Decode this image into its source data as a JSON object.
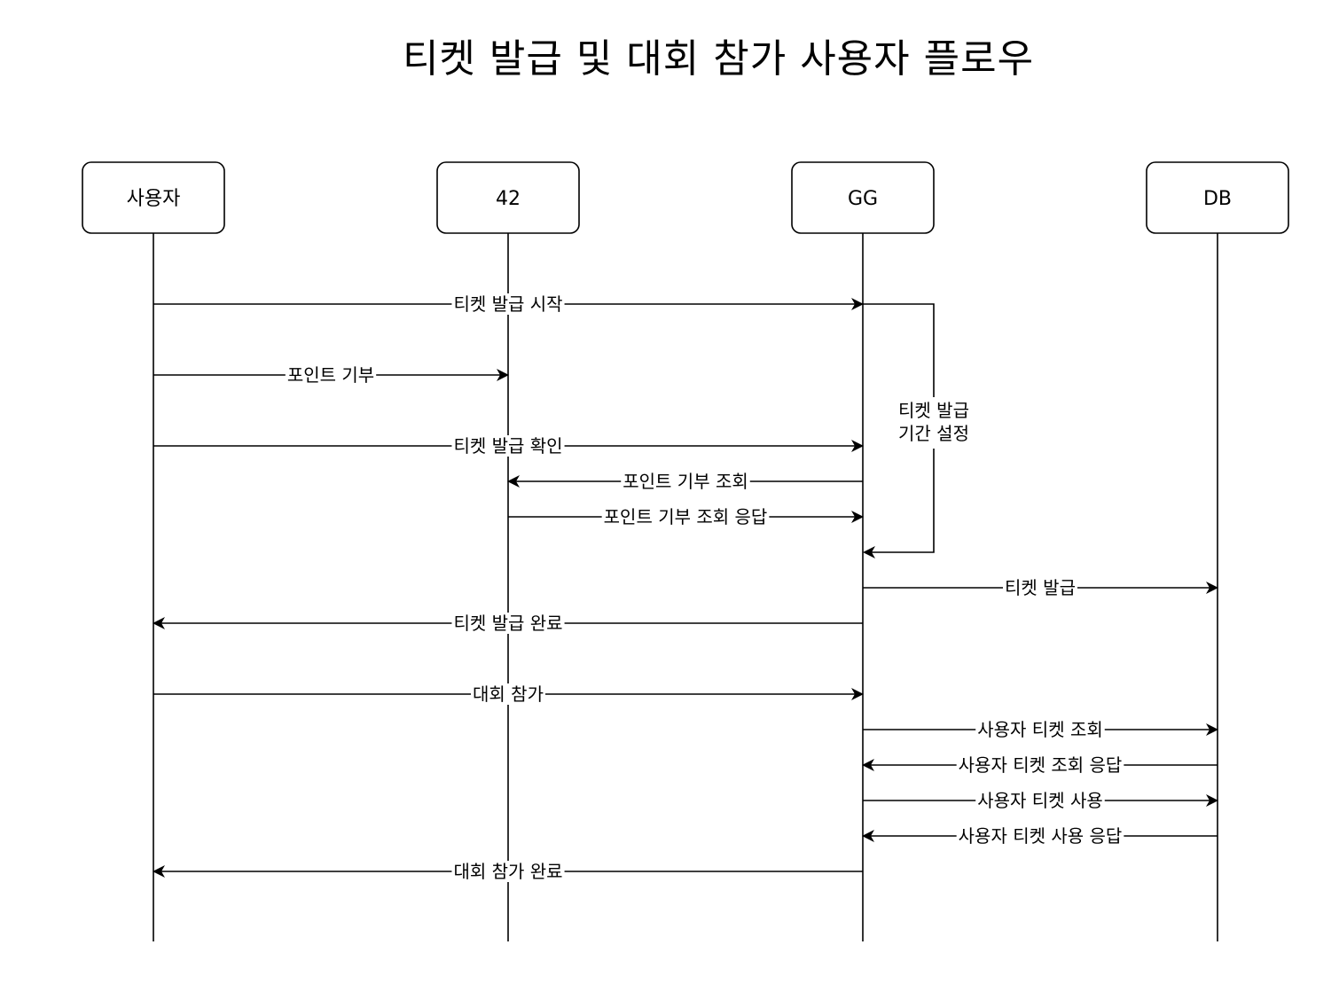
{
  "title": "티켓 발급 및 대회 참가 사용자 플로우",
  "actors": [
    {
      "id": "user",
      "label": "사용자"
    },
    {
      "id": "42",
      "label": "42"
    },
    {
      "id": "gg",
      "label": "GG"
    },
    {
      "id": "db",
      "label": "DB"
    }
  ],
  "messages": [
    {
      "from": "user",
      "to": "gg",
      "label": "티켓 발급 시작"
    },
    {
      "from": "user",
      "to": "42",
      "label": "포인트 기부"
    },
    {
      "from": "user",
      "to": "gg",
      "label": "티켓 발급 확인"
    },
    {
      "from": "gg",
      "to": "42",
      "label": "포인트 기부 조회"
    },
    {
      "from": "42",
      "to": "gg",
      "label": "포인트 기부 조회 응답"
    },
    {
      "from": "gg",
      "to": "gg",
      "label": [
        "티켓 발급",
        "기간 설정"
      ]
    },
    {
      "from": "gg",
      "to": "db",
      "label": "티켓 발급"
    },
    {
      "from": "gg",
      "to": "user",
      "label": "티켓 발급 완료"
    },
    {
      "from": "user",
      "to": "gg",
      "label": "대회 참가"
    },
    {
      "from": "gg",
      "to": "db",
      "label": "사용자 티켓 조회"
    },
    {
      "from": "db",
      "to": "gg",
      "label": "사용자 티켓 조회 응답"
    },
    {
      "from": "gg",
      "to": "db",
      "label": "사용자 티켓 사용"
    },
    {
      "from": "db",
      "to": "gg",
      "label": "사용자 티켓 사용 응답"
    },
    {
      "from": "gg",
      "to": "user",
      "label": "대회 참가 완료"
    }
  ]
}
